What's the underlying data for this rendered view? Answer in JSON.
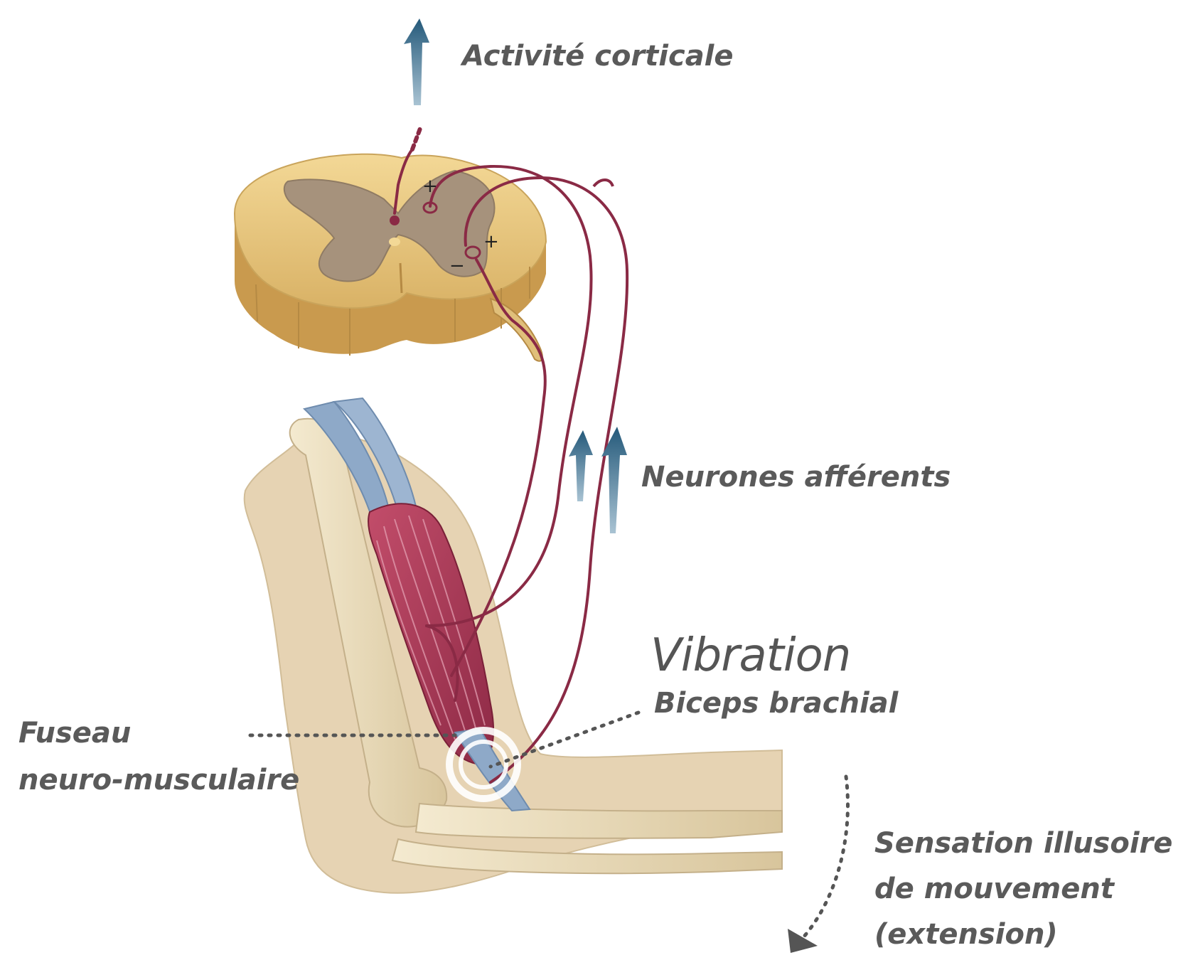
{
  "labels": {
    "cortical_activity": "Activité corticale",
    "afferent_neurons": "Neurones afférents",
    "vibration": "Vibration",
    "biceps": "Biceps brachial",
    "spindle_line1": "Fuseau",
    "spindle_line2": "neuro-musculaire",
    "illusion_line1": "Sensation illusoire",
    "illusion_line2": "de mouvement",
    "illusion_line3": "(extension)"
  },
  "synapse_signs": [
    "+",
    "+",
    "−"
  ],
  "colors": {
    "text": "#5a5a5a",
    "nerve": "#8a2a45",
    "muscle": "#b0405e",
    "arrow": "#2f6b8c",
    "cord_white_matter": "#e8c77f",
    "cord_grey_matter": "#9e8a74",
    "skin": "#e6d3b3",
    "bone": "#efe3c4",
    "tendon": "#8ea9c8"
  },
  "icons": [
    "up-arrow-icon",
    "dotted-curved-arrow-icon",
    "vibration-ring-icon"
  ]
}
